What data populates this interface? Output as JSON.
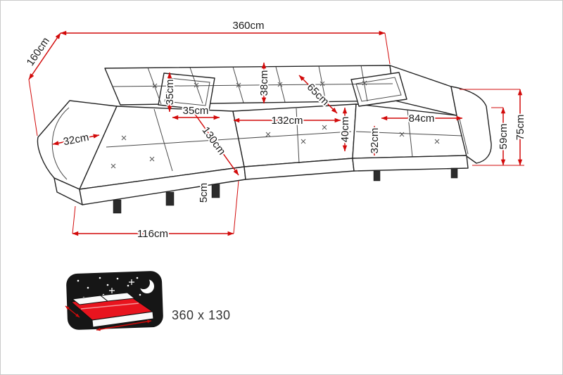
{
  "diagram": {
    "dims": {
      "total_width": "360cm",
      "total_depth": "160cm",
      "pillow_height": "35cm",
      "pillow_width": "35cm",
      "backrest_height": "38cm",
      "seat_depth": "65cm",
      "middle_seat_width": "132cm",
      "chaise_length": "130cm",
      "right_seat_width": "84cm",
      "seat_height": "40cm",
      "armrest_width_left": "32cm",
      "armrest_width_right": "32cm",
      "total_height": "75cm",
      "armrest_height": "59cm",
      "chaise_front_width": "116cm",
      "leg_height": "5cm"
    },
    "sleeping_area": {
      "size_label": "360 x 130"
    },
    "colors": {
      "dimension_red": "#d20a0a",
      "outline_black": "#232323",
      "icon_red": "#e8141e",
      "icon_dark": "#161616"
    }
  }
}
